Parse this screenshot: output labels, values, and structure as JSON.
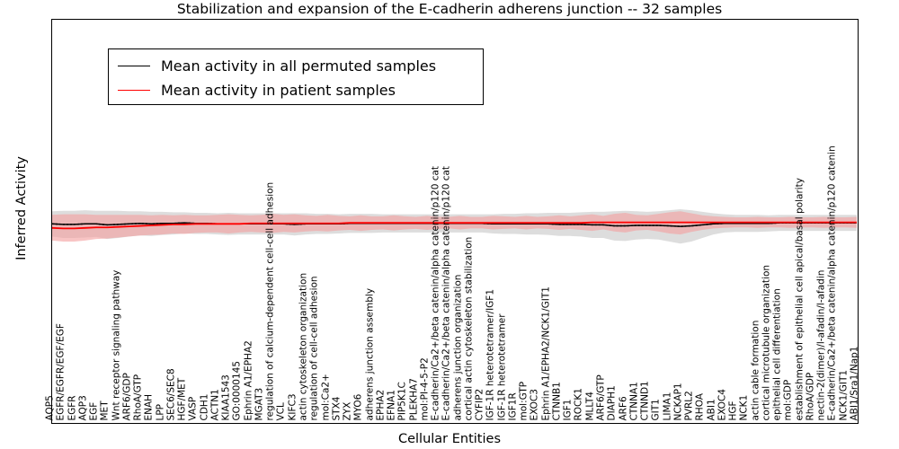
{
  "chart_data": {
    "type": "line",
    "title": "Stabilization and expansion of the E-cadherin adherens junction -- 32 samples",
    "xlabel": "Cellular Entities",
    "ylabel": "Inferred Activity",
    "ylim": [
      -4,
      4
    ],
    "yticks": [
      -4,
      -3,
      -2,
      -1,
      0,
      1,
      2,
      3,
      4
    ],
    "grid": false,
    "legend_position": "upper-left",
    "legend": [
      {
        "label": "Mean activity in all permuted samples",
        "color": "#000000"
      },
      {
        "label": "Mean activity in patient samples",
        "color": "#ff0000"
      }
    ],
    "band_colors": {
      "permuted": "#c8c8c8",
      "patient": "#f4a0a0"
    },
    "categories": [
      "AQP5",
      "EGFR/EGFR/EGF/EGF",
      "EGFR",
      "AQP3",
      "EGF",
      "MET",
      "Wnt receptor signaling pathway",
      "ARF6/GDP",
      "RhoA/GTP",
      "ENAH",
      "LPP",
      "SEC6/SEC8",
      "HGF/MET",
      "VASP",
      "CDH1",
      "ACTN1",
      "KIAA1543",
      "GO:0000145",
      "Ephrin A1/EPHA2",
      "MGAT3",
      "regulation of calcium-dependent cell-cell adhesion",
      "VCL",
      "KIFC3",
      "actin cytoskeleton organization",
      "regulation of cell-cell adhesion",
      "mol:Ca2+",
      "STX4",
      "ZYX",
      "MYO6",
      "adherens junction assembly",
      "EPHA2",
      "EFNA1",
      "PIP5K1C",
      "PLEKHA7",
      "mol:PI-4-5-P2",
      "E-cadherin/Ca2+/beta catenin/alpha catenin/p120 cat",
      "E-cadherin/Ca2+/beta catenin/alpha catenin/p120 cat",
      "adherens junction organization",
      "cortical actin cytoskeleton stabilization",
      "CYFIP2",
      "IGF-1R heterotetramer/IGF1",
      "IGF-1R heterotetramer",
      "IGF1R",
      "mol:GTP",
      "EXOC3",
      "Ephrin A1/EPHA2/NCK1/GIT1",
      "CTNNB1",
      "IGF1",
      "ROCK1",
      "MLLT4",
      "ARF6/GTP",
      "DIAPH1",
      "ARF6",
      "CTNNA1",
      "CTNND1",
      "GIT1",
      "LIMA1",
      "NCKAP1",
      "PVRL2",
      "RHOA",
      "ABI1",
      "EXOC4",
      "HGF",
      "NCK1",
      "actin cable formation",
      "cortical microtubule organization",
      "epithelial cell differentiation",
      "mol:GDP",
      "establishment of epithelial cell apical/basal polarity",
      "RhoA/GDP",
      "nectin-2(dimer)/l-afadin/l-afadin",
      "E-cadherin/Ca2+/beta catenin/alpha catenin/p120 catenin",
      "NCK1/GIT1",
      "ABI1/Sra1/Nap1"
    ],
    "series": [
      {
        "name": "Mean activity in all permuted samples",
        "color": "#000000",
        "values": [
          -0.05,
          -0.06,
          -0.06,
          -0.05,
          -0.05,
          -0.07,
          -0.06,
          -0.05,
          -0.04,
          -0.05,
          -0.04,
          -0.04,
          -0.03,
          -0.04,
          -0.04,
          -0.05,
          -0.05,
          -0.05,
          -0.05,
          -0.05,
          -0.05,
          -0.05,
          -0.06,
          -0.05,
          -0.05,
          -0.05,
          -0.05,
          -0.04,
          -0.04,
          -0.04,
          -0.04,
          -0.04,
          -0.04,
          -0.04,
          -0.04,
          -0.04,
          -0.04,
          -0.04,
          -0.04,
          -0.04,
          -0.05,
          -0.05,
          -0.05,
          -0.05,
          -0.05,
          -0.05,
          -0.06,
          -0.06,
          -0.06,
          -0.07,
          -0.07,
          -0.09,
          -0.09,
          -0.08,
          -0.08,
          -0.08,
          -0.09,
          -0.1,
          -0.09,
          -0.07,
          -0.05,
          -0.04,
          -0.04,
          -0.04,
          -0.04,
          -0.04,
          -0.03,
          -0.03,
          -0.03,
          -0.03,
          -0.03,
          -0.03,
          -0.03,
          -0.03,
          -0.03
        ],
        "band_lower": [
          -0.3,
          -0.33,
          -0.33,
          -0.32,
          -0.31,
          -0.35,
          -0.33,
          -0.3,
          -0.28,
          -0.29,
          -0.27,
          -0.26,
          -0.24,
          -0.25,
          -0.25,
          -0.26,
          -0.27,
          -0.26,
          -0.26,
          -0.26,
          -0.26,
          -0.26,
          -0.28,
          -0.26,
          -0.25,
          -0.25,
          -0.24,
          -0.23,
          -0.23,
          -0.23,
          -0.22,
          -0.22,
          -0.22,
          -0.22,
          -0.22,
          -0.22,
          -0.22,
          -0.22,
          -0.22,
          -0.22,
          -0.24,
          -0.25,
          -0.25,
          -0.26,
          -0.26,
          -0.27,
          -0.29,
          -0.29,
          -0.3,
          -0.33,
          -0.33,
          -0.38,
          -0.39,
          -0.36,
          -0.35,
          -0.36,
          -0.4,
          -0.44,
          -0.4,
          -0.33,
          -0.26,
          -0.22,
          -0.21,
          -0.21,
          -0.21,
          -0.2,
          -0.19,
          -0.19,
          -0.19,
          -0.19,
          -0.19,
          -0.19,
          -0.19,
          -0.19,
          -0.19
        ],
        "band_upper": [
          0.2,
          0.21,
          0.21,
          0.22,
          0.21,
          0.21,
          0.21,
          0.2,
          0.2,
          0.19,
          0.19,
          0.18,
          0.18,
          0.17,
          0.17,
          0.16,
          0.17,
          0.16,
          0.16,
          0.16,
          0.16,
          0.16,
          0.16,
          0.16,
          0.15,
          0.15,
          0.14,
          0.15,
          0.15,
          0.15,
          0.14,
          0.14,
          0.14,
          0.14,
          0.14,
          0.14,
          0.14,
          0.14,
          0.14,
          0.14,
          0.14,
          0.15,
          0.15,
          0.16,
          0.16,
          0.17,
          0.17,
          0.17,
          0.18,
          0.19,
          0.19,
          0.2,
          0.21,
          0.2,
          0.19,
          0.2,
          0.22,
          0.24,
          0.22,
          0.19,
          0.16,
          0.14,
          0.13,
          0.13,
          0.13,
          0.12,
          0.13,
          0.13,
          0.13,
          0.13,
          0.13,
          0.13,
          0.13,
          0.13,
          0.13
        ]
      },
      {
        "name": "Mean activity in patient samples",
        "color": "#ff0000",
        "values": [
          -0.13,
          -0.14,
          -0.14,
          -0.13,
          -0.12,
          -0.12,
          -0.11,
          -0.1,
          -0.09,
          -0.08,
          -0.07,
          -0.06,
          -0.06,
          -0.05,
          -0.05,
          -0.05,
          -0.05,
          -0.05,
          -0.04,
          -0.04,
          -0.04,
          -0.04,
          -0.04,
          -0.04,
          -0.04,
          -0.04,
          -0.04,
          -0.03,
          -0.03,
          -0.03,
          -0.03,
          -0.03,
          -0.03,
          -0.03,
          -0.03,
          -0.03,
          -0.03,
          -0.03,
          -0.03,
          -0.03,
          -0.03,
          -0.03,
          -0.03,
          -0.03,
          -0.03,
          -0.03,
          -0.03,
          -0.03,
          -0.03,
          -0.02,
          -0.02,
          -0.02,
          -0.02,
          -0.02,
          -0.02,
          -0.02,
          -0.02,
          -0.02,
          -0.02,
          -0.02,
          -0.02,
          -0.02,
          -0.02,
          -0.02,
          -0.02,
          -0.02,
          -0.02,
          -0.02,
          -0.02,
          -0.02,
          -0.02,
          -0.02,
          -0.02,
          -0.02,
          -0.02
        ],
        "band_lower": [
          -0.38,
          -0.4,
          -0.4,
          -0.38,
          -0.35,
          -0.34,
          -0.32,
          -0.3,
          -0.28,
          -0.27,
          -0.26,
          -0.24,
          -0.25,
          -0.23,
          -0.22,
          -0.22,
          -0.24,
          -0.22,
          -0.21,
          -0.22,
          -0.23,
          -0.21,
          -0.22,
          -0.2,
          -0.19,
          -0.2,
          -0.18,
          -0.17,
          -0.19,
          -0.17,
          -0.16,
          -0.18,
          -0.16,
          -0.15,
          -0.17,
          -0.15,
          -0.14,
          -0.16,
          -0.14,
          -0.14,
          -0.16,
          -0.15,
          -0.14,
          -0.16,
          -0.14,
          -0.15,
          -0.17,
          -0.15,
          -0.17,
          -0.19,
          -0.16,
          -0.2,
          -0.22,
          -0.18,
          -0.17,
          -0.2,
          -0.24,
          -0.26,
          -0.21,
          -0.17,
          -0.14,
          -0.13,
          -0.12,
          -0.12,
          -0.13,
          -0.12,
          -0.12,
          -0.13,
          -0.12,
          -0.12,
          -0.13,
          -0.12,
          -0.12,
          -0.13,
          -0.12
        ],
        "band_upper": [
          0.13,
          0.14,
          0.14,
          0.14,
          0.13,
          0.13,
          0.13,
          0.13,
          0.13,
          0.12,
          0.13,
          0.12,
          0.13,
          0.12,
          0.12,
          0.13,
          0.14,
          0.13,
          0.12,
          0.13,
          0.15,
          0.13,
          0.14,
          0.12,
          0.11,
          0.13,
          0.11,
          0.1,
          0.12,
          0.1,
          0.1,
          0.12,
          0.1,
          0.09,
          0.11,
          0.09,
          0.09,
          0.11,
          0.09,
          0.09,
          0.11,
          0.1,
          0.09,
          0.11,
          0.09,
          0.1,
          0.12,
          0.1,
          0.12,
          0.14,
          0.11,
          0.15,
          0.17,
          0.13,
          0.12,
          0.15,
          0.18,
          0.2,
          0.16,
          0.12,
          0.1,
          0.09,
          0.08,
          0.08,
          0.09,
          0.08,
          0.08,
          0.09,
          0.08,
          0.08,
          0.09,
          0.08,
          0.08,
          0.09,
          0.08
        ]
      }
    ]
  }
}
